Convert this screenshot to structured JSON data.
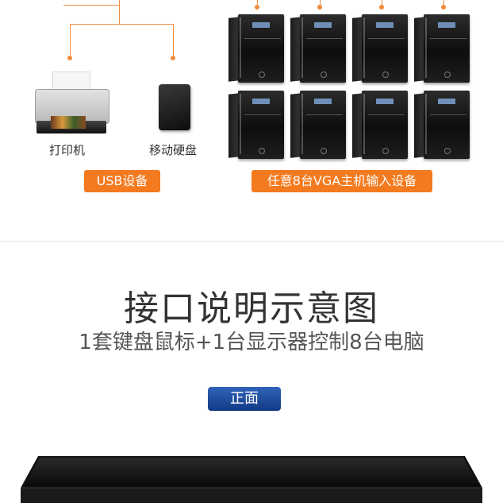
{
  "devices": {
    "printer_label": "打印机",
    "hdd_label": "移动硬盘"
  },
  "badges": {
    "usb": "USB设备",
    "vga": "任意8台VGA主机输入设备"
  },
  "section": {
    "title": "接口说明示意图",
    "subtitle": "1套键盘鼠标+1台显示器控制8台电脑",
    "front_label": "正面"
  },
  "colors": {
    "accent_orange": "#f47a1f",
    "accent_blue": "#1f4fa3",
    "line_orange": "#f08a3c"
  }
}
